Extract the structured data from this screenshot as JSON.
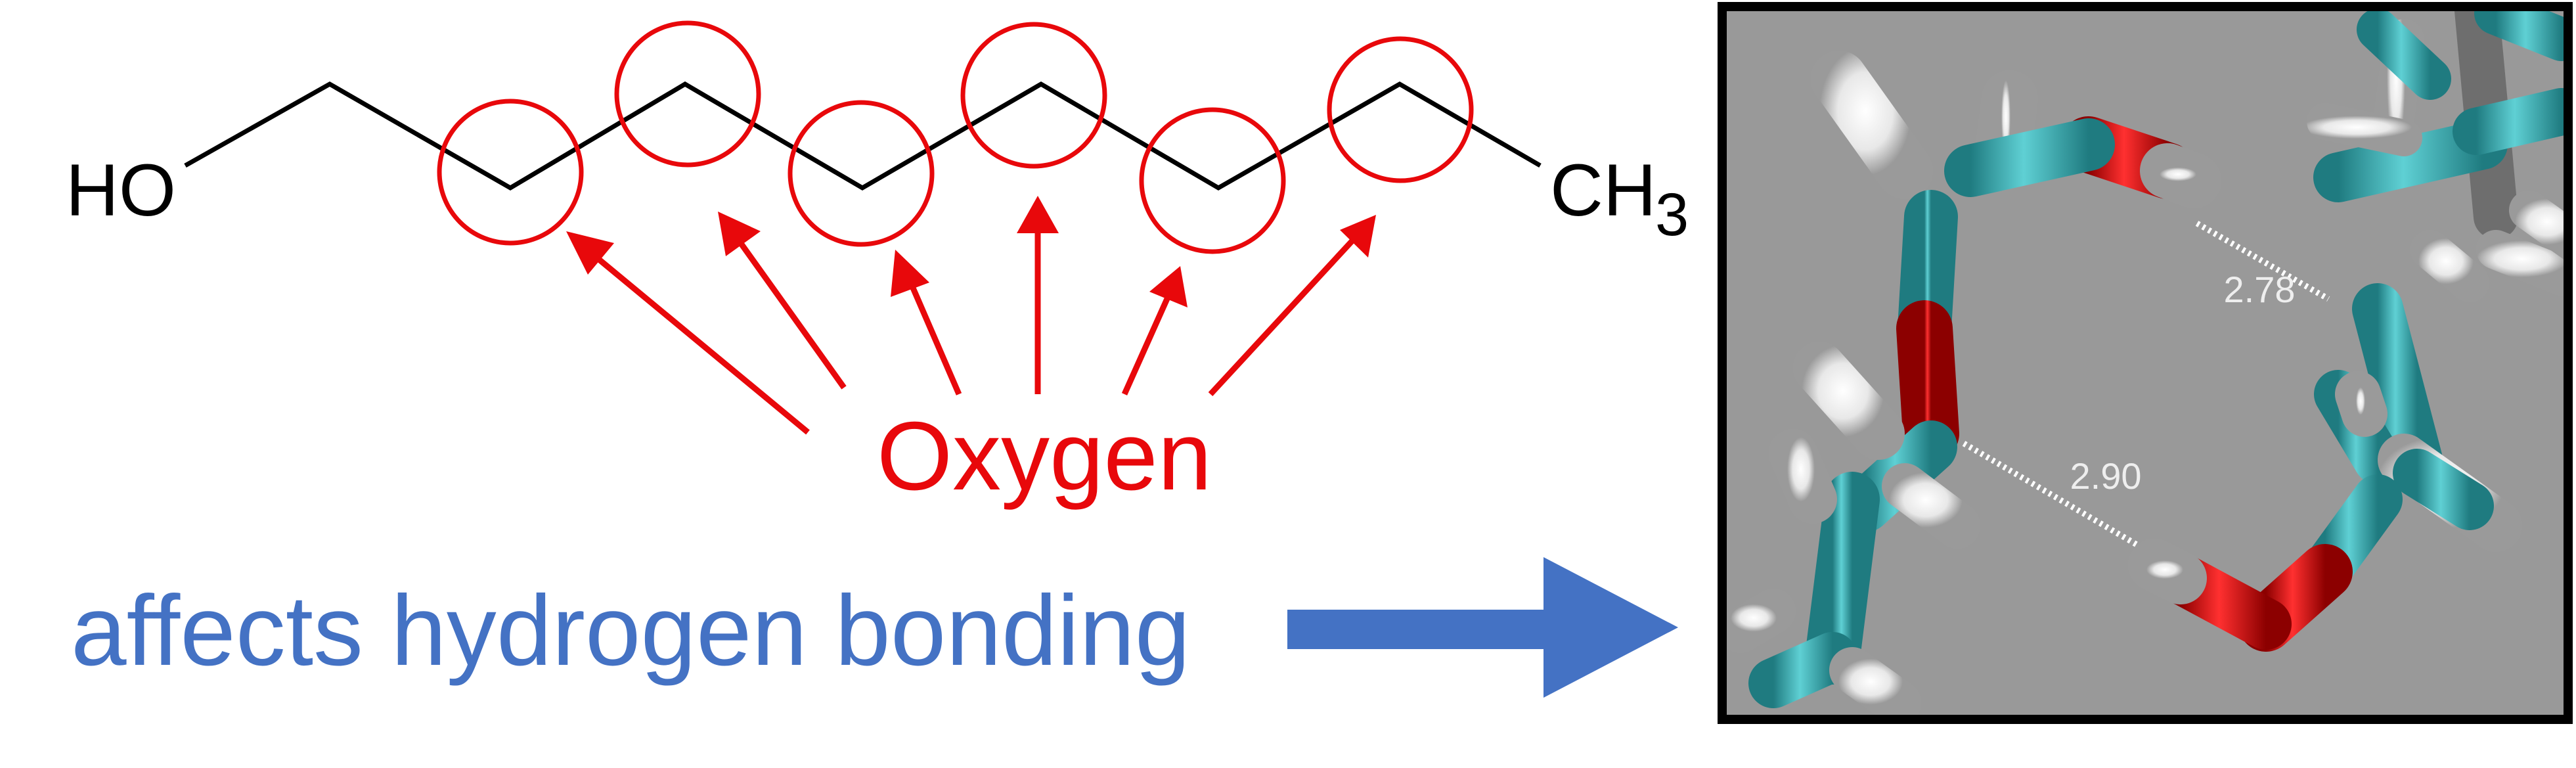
{
  "molecule": {
    "left_group": "HO",
    "right_group": "CH",
    "right_group_subscript": "3"
  },
  "annotation": {
    "oxygen_label": "Oxygen",
    "effect_label": "affects hydrogen bonding"
  },
  "render": {
    "distance_1": "2.78",
    "distance_2": "2.90"
  },
  "colors": {
    "bond": "#000000",
    "highlight": "#e8080b",
    "effect": "#4472c4",
    "render_bg": "#999999",
    "carbon": "#3aa9ad",
    "oxygen": "#d40000",
    "hydrogen": "#f2f2f2"
  }
}
